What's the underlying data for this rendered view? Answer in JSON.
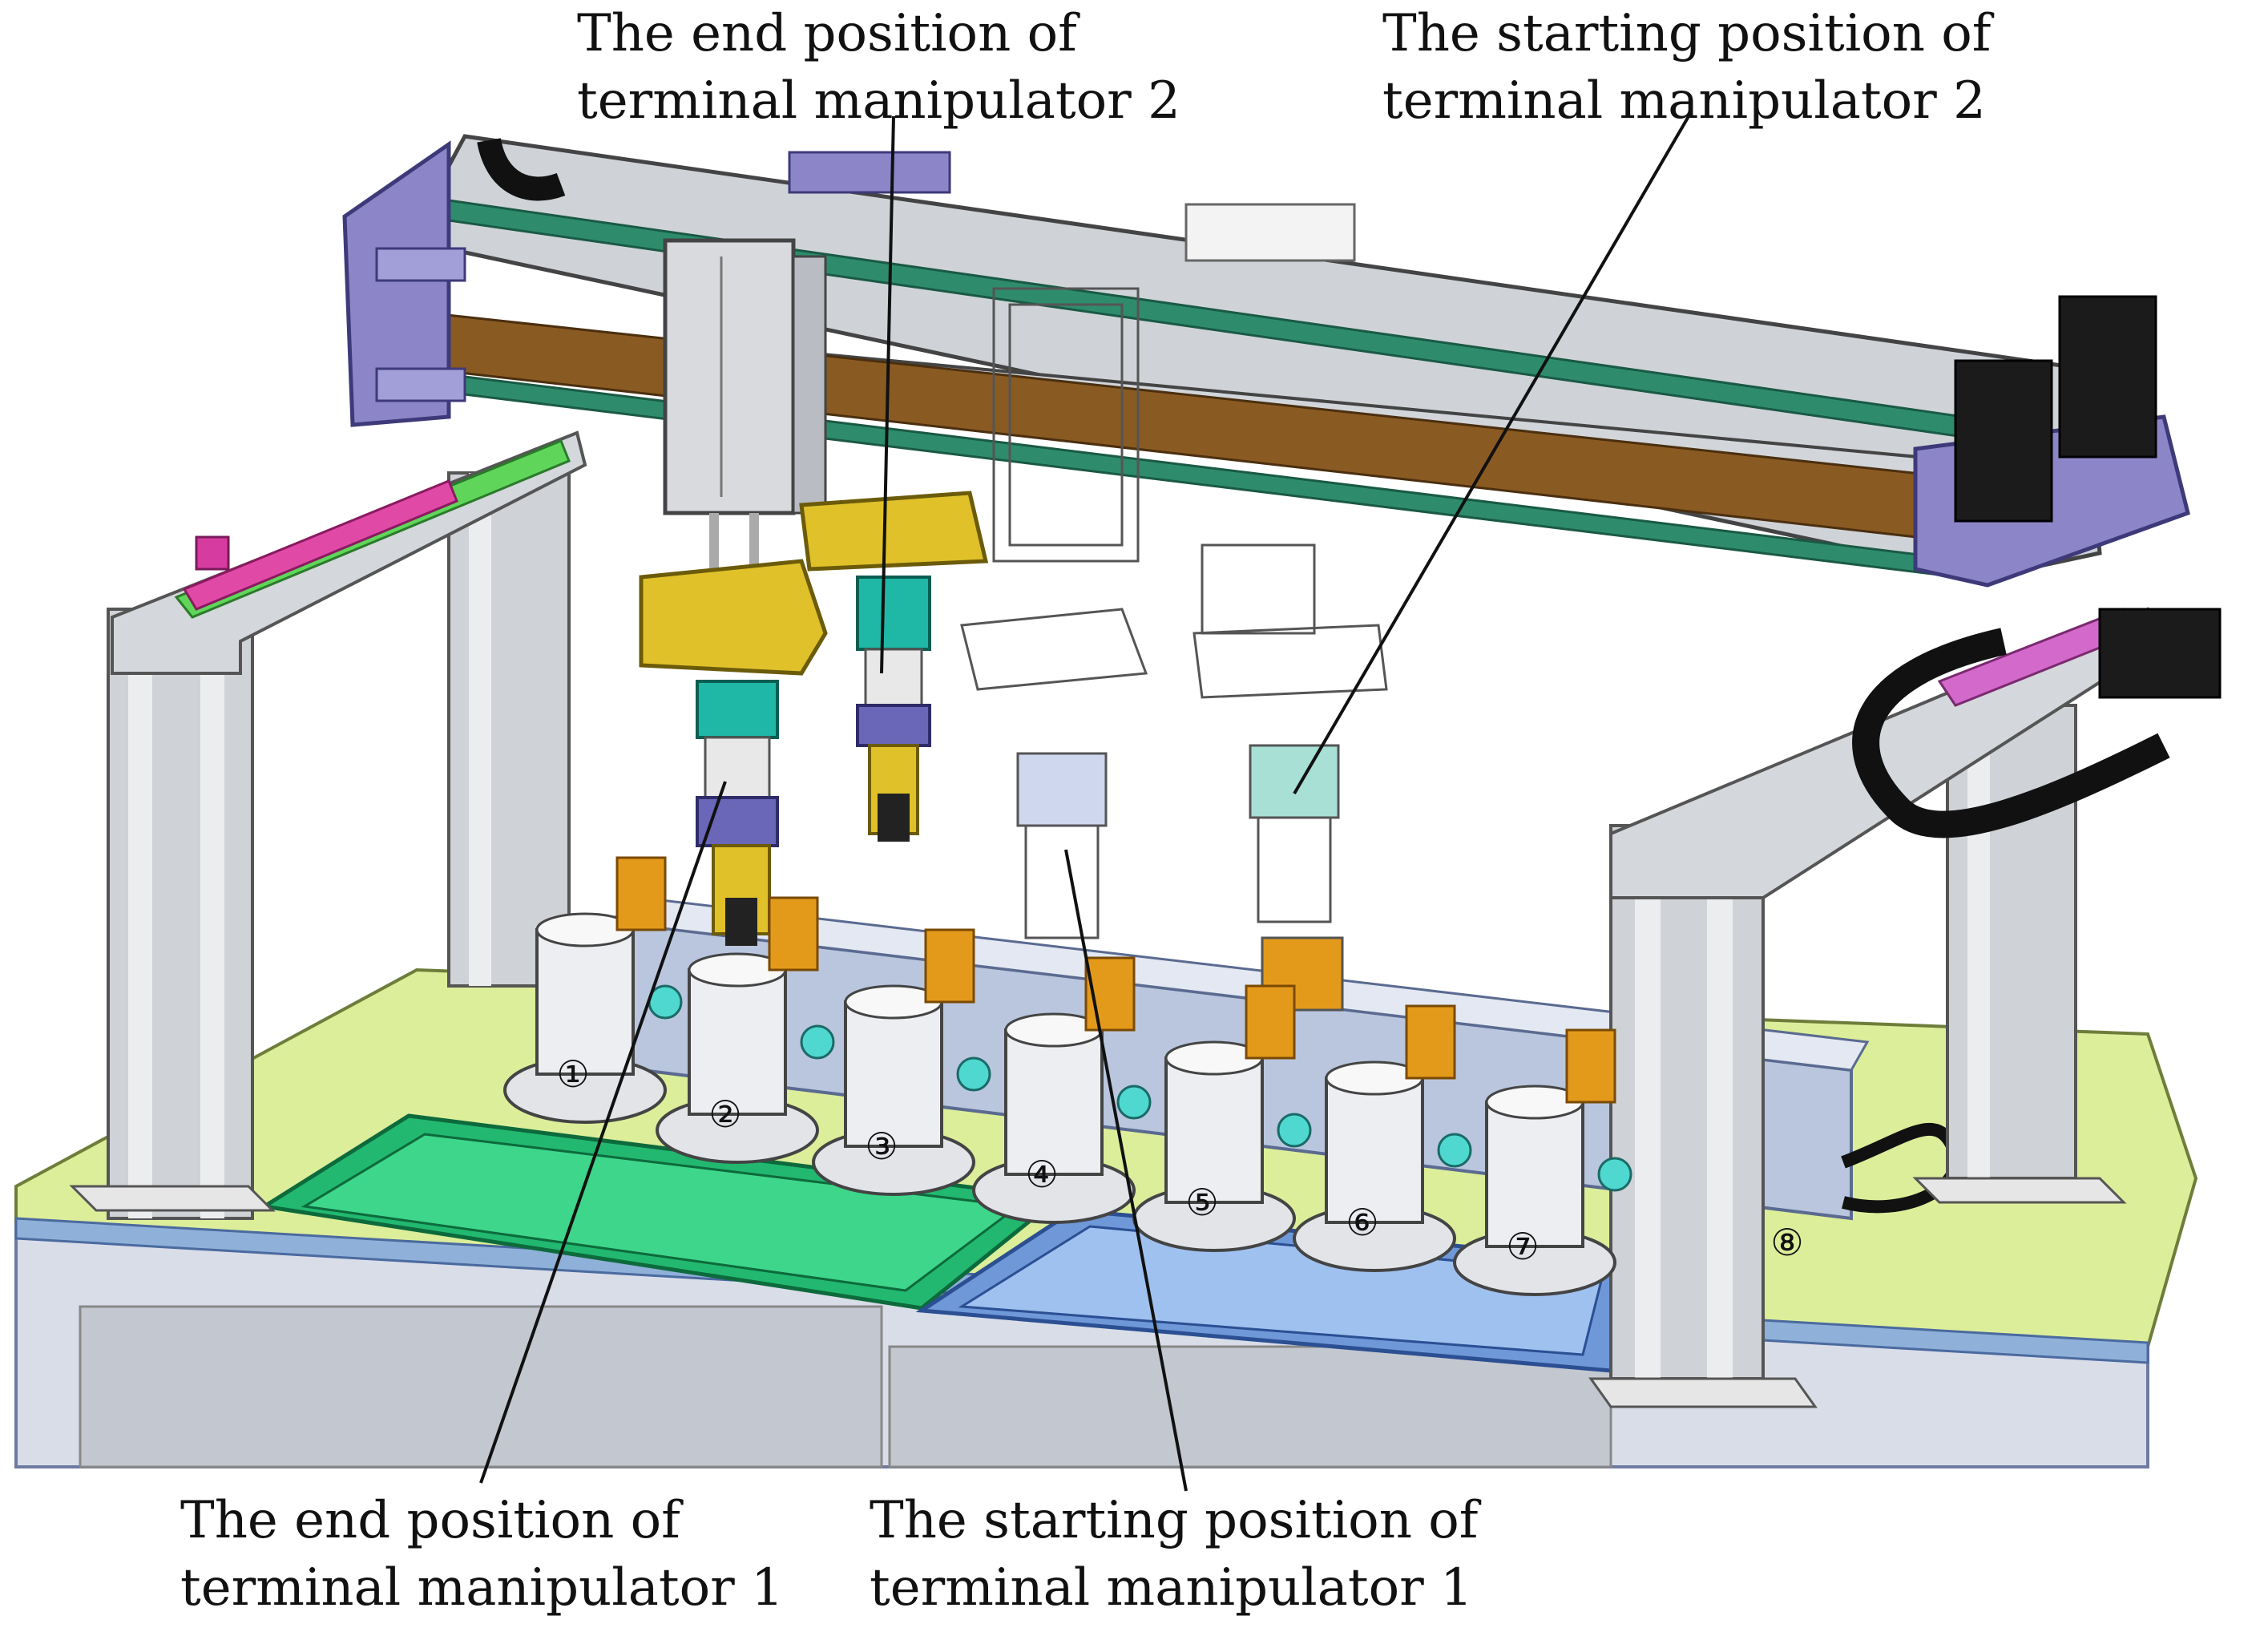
{
  "labels": {
    "end_m2": "The end position of\nterminal manipulator 2",
    "start_m2": "The starting position of\nterminal manipulator 2",
    "end_m1": "The end position of\nterminal manipulator 1",
    "start_m1": "The starting position of\nterminal manipulator 1"
  },
  "stations": [
    "①",
    "②",
    "③",
    "④",
    "⑤",
    "⑥",
    "⑦",
    "⑧"
  ],
  "icons": {
    "station": "cylinder-station-icon",
    "gripper": "gripper-icon",
    "motor": "servo-motor-icon"
  },
  "colors": {
    "table_top": "#dcee9a",
    "frame": "#c9c9c9",
    "beam_brown": "#8a5a23",
    "rail_green": "#2e8c6c",
    "bracket_purple": "#8c86c8",
    "tray_green": "#22b870",
    "tray_blue": "#6f98d8",
    "gripper_yellow": "#e0c12a",
    "clamp_orange": "#e39a1b",
    "motor_black": "#1b1b1b",
    "side_rail_pink": "#e04aa6",
    "side_rail_green": "#5fd65a"
  }
}
